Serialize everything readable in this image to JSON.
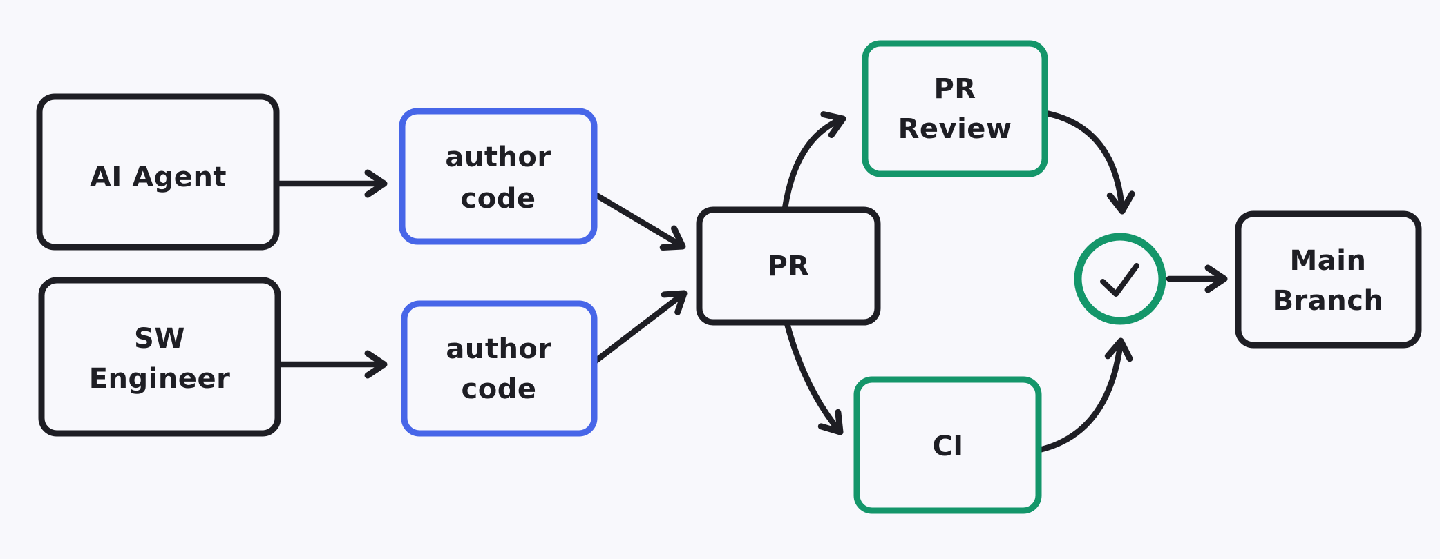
{
  "colors": {
    "bg": "#f8f8fc",
    "ink": "#1e1e24",
    "blue": "#4766e8",
    "green": "#14966a"
  },
  "nodes": {
    "ai_agent": {
      "label": "AI Agent",
      "border_color": "#1e1e24"
    },
    "sw_engineer": {
      "lines": [
        "SW",
        "Engineer"
      ],
      "border_color": "#1e1e24"
    },
    "author_code_top": {
      "lines": [
        "author",
        "code"
      ],
      "border_color": "#4766e8"
    },
    "author_code_bottom": {
      "lines": [
        "author",
        "code"
      ],
      "border_color": "#4766e8"
    },
    "pr": {
      "label": "PR",
      "border_color": "#1e1e24"
    },
    "pr_review": {
      "lines": [
        "PR",
        "Review"
      ],
      "border_color": "#14966a"
    },
    "ci": {
      "label": "CI",
      "border_color": "#14966a"
    },
    "check": {
      "icon": "checkmark",
      "border_color": "#14966a"
    },
    "main_branch": {
      "lines": [
        "Main",
        "Branch"
      ],
      "border_color": "#1e1e24"
    }
  },
  "edges": [
    {
      "from": "AI Agent",
      "to": "author code (top)"
    },
    {
      "from": "SW Engineer",
      "to": "author code (bottom)"
    },
    {
      "from": "author code (top)",
      "to": "PR"
    },
    {
      "from": "author code (bottom)",
      "to": "PR"
    },
    {
      "from": "PR",
      "to": "PR Review"
    },
    {
      "from": "PR",
      "to": "CI"
    },
    {
      "from": "PR Review",
      "to": "check"
    },
    {
      "from": "CI",
      "to": "check"
    },
    {
      "from": "check",
      "to": "Main Branch"
    }
  ]
}
